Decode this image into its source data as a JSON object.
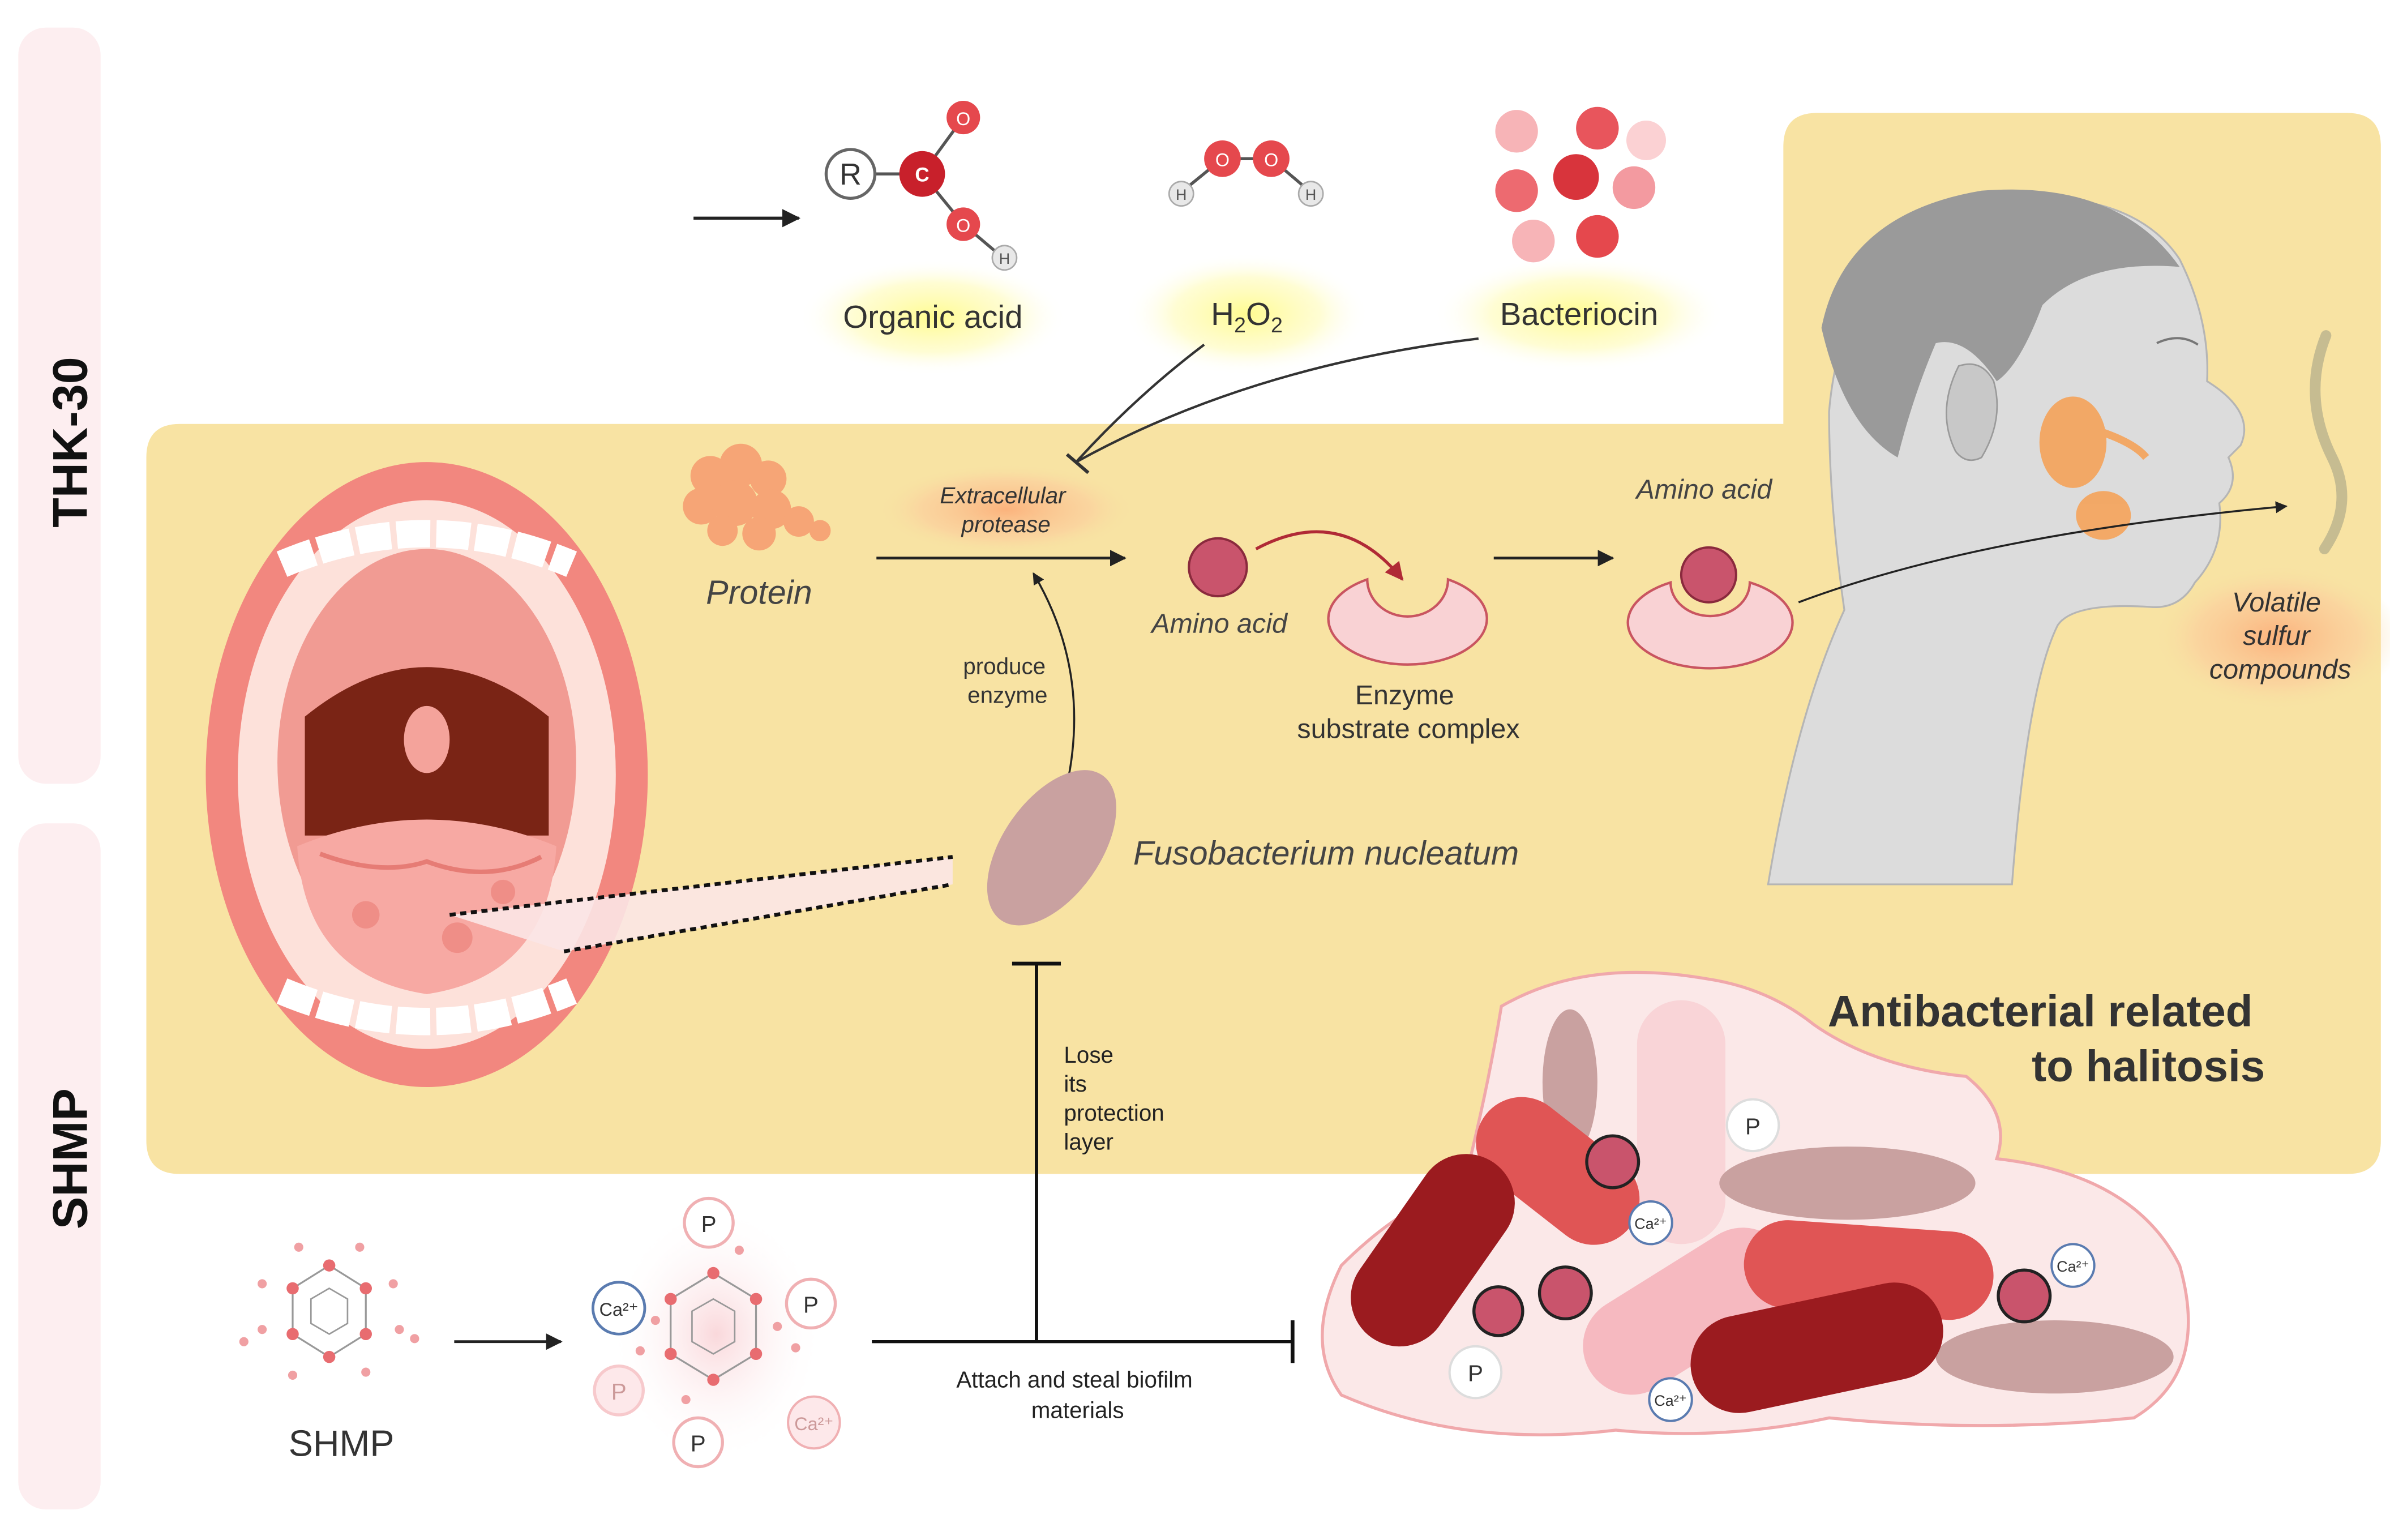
{
  "side_labels": {
    "thk30": "THK-30",
    "shmp": "SHMP"
  },
  "top": {
    "organic_acid": "Organic acid",
    "h2o2": {
      "h": "H",
      "sub1": "2",
      "o": "O",
      "sub2": "2"
    },
    "bacteriocin": "Bacteriocin",
    "atoms": {
      "r": "R",
      "c": "C",
      "o": "O",
      "h": "H"
    }
  },
  "pathway": {
    "protein": "Protein",
    "extracellular_protease": [
      "Extracellular",
      "protease"
    ],
    "produce_enzyme": [
      "produce",
      "enzyme"
    ],
    "amino_acid_1": "Amino acid",
    "amino_acid_2": "Amino acid",
    "enzyme_complex": [
      "Enzyme",
      "substrate complex"
    ],
    "fusobacterium": "Fusobacterium nucleatum",
    "vsc": [
      "Volatile",
      "sulfur",
      "compounds"
    ]
  },
  "shmp_section": {
    "shmp_label": "SHMP",
    "lose_layer": [
      "Lose",
      "its",
      "protection",
      "layer"
    ],
    "attach_steal": [
      "Attach and steal biofilm",
      "materials"
    ],
    "p_label": "P",
    "ca_label": "Ca²⁺"
  },
  "heading": [
    "Antibacterial related",
    "to halitosis"
  ],
  "colors": {
    "panel": "#f8e3a3",
    "side_tab": "#fdeef0",
    "oxygen": "#e5484d",
    "carbon": "#c8202b",
    "amino": "#c9546c",
    "enzyme": "#f9d2d4",
    "fuso": "#c9a1a0",
    "dark_rod": "#9b1b1f",
    "red_rod": "#e05555",
    "pink_rod": "#f7c3c8",
    "skin": "#dcdcdc",
    "hair": "#9a9a9a",
    "gland": "#f5a35a"
  }
}
